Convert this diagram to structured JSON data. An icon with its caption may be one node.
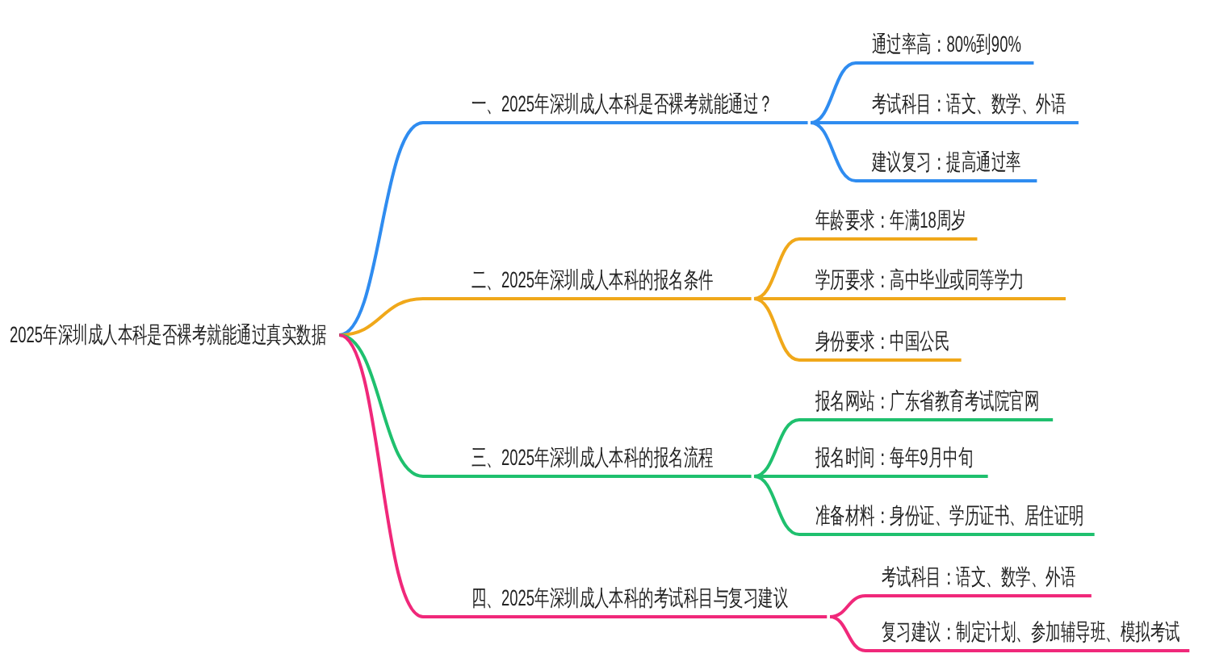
{
  "diagram": {
    "nodes": [
      {
        "text": [
          "2025年深圳成人本科是否裸考就能通过真实数据"
        ]
      },
      {
        "text": [
          "一、2025年深圳成人本科是否裸考就能通过？"
        ]
      },
      {
        "text": [
          "通过率高：80%到90%"
        ]
      },
      {
        "text": [
          "考试科目：语文、数学、外语"
        ]
      },
      {
        "text": [
          "建议复习：提高通过率"
        ]
      },
      {
        "text": [
          "二、2025年深圳成人本科的报名条件"
        ]
      },
      {
        "text": [
          "年龄要求：年满18周岁"
        ]
      },
      {
        "text": [
          "学历要求：高中毕业或同等学力"
        ]
      },
      {
        "text": [
          "身份要求：中国公民"
        ]
      },
      {
        "text": [
          "三、2025年深圳成人本科的报名流程"
        ]
      },
      {
        "text": [
          "报名网站：广东省教育考试院官网"
        ]
      },
      {
        "text": [
          "报名时间：每年9月中旬"
        ]
      },
      {
        "text": [
          "准备材料：身份证、学历证书、居住证明"
        ]
      },
      {
        "text": [
          "四、2025年深圳成人本科的考试科目与复习建议"
        ]
      },
      {
        "text": [
          "考试科目：语文、数学、外语"
        ]
      },
      {
        "text": [
          "复习建议：制定计划、参加辅导班、模拟考试"
        ]
      }
    ],
    "edges": [
      {
        "from": 0,
        "to": 1,
        "arrow": "none",
        "color": "#2f8cf0"
      },
      {
        "from": 1,
        "to": 2,
        "arrow": "none",
        "color": "#2f8cf0"
      },
      {
        "from": 1,
        "to": 3,
        "arrow": "none",
        "color": "#2f8cf0"
      },
      {
        "from": 1,
        "to": 4,
        "arrow": "none",
        "color": "#2f8cf0"
      },
      {
        "from": 0,
        "to": 5,
        "arrow": "none",
        "color": "#f0a81a"
      },
      {
        "from": 5,
        "to": 6,
        "arrow": "none",
        "color": "#f0a81a"
      },
      {
        "from": 5,
        "to": 7,
        "arrow": "none",
        "color": "#f0a81a"
      },
      {
        "from": 5,
        "to": 8,
        "arrow": "none",
        "color": "#f0a81a"
      },
      {
        "from": 0,
        "to": 9,
        "arrow": "none",
        "color": "#1fc06e"
      },
      {
        "from": 9,
        "to": 10,
        "arrow": "none",
        "color": "#1fc06e"
      },
      {
        "from": 9,
        "to": 11,
        "arrow": "none",
        "color": "#1fc06e"
      },
      {
        "from": 9,
        "to": 12,
        "arrow": "none",
        "color": "#1fc06e"
      },
      {
        "from": 0,
        "to": 13,
        "arrow": "none",
        "color": "#f0287a"
      },
      {
        "from": 13,
        "to": 14,
        "arrow": "none",
        "color": "#f0287a"
      },
      {
        "from": 13,
        "to": 15,
        "arrow": "none",
        "color": "#f0287a"
      }
    ]
  }
}
